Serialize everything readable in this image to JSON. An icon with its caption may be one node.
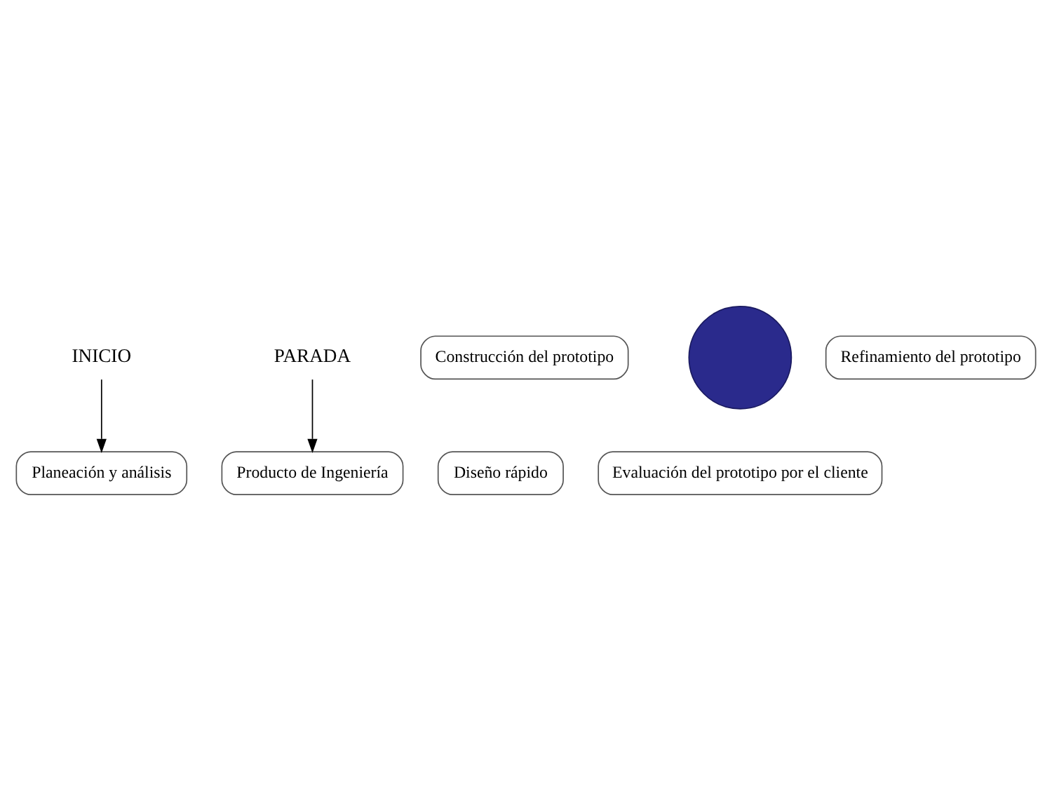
{
  "diagram": {
    "nodes": [
      {
        "text": [
          "INICIO"
        ]
      },
      {
        "text": [
          "PARADA"
        ]
      },
      {
        "text": [
          "Planeación y análisis"
        ]
      },
      {
        "text": [
          "Diseño rápido"
        ]
      },
      {
        "text": [
          "Construcción del prototipo"
        ]
      },
      {
        "text": [
          "Evaluación del prototipo por el cliente"
        ]
      },
      {
        "text": [
          "Refinamiento del prototipo"
        ]
      },
      {
        "text": [
          "Producto de Ingeniería"
        ]
      },
      {
        "text": [],
        "shape": "circle"
      }
    ],
    "edges": [
      {
        "from": 0,
        "to": 2,
        "arrow": "to"
      },
      {
        "from": 1,
        "to": 7,
        "arrow": "to"
      }
    ]
  }
}
